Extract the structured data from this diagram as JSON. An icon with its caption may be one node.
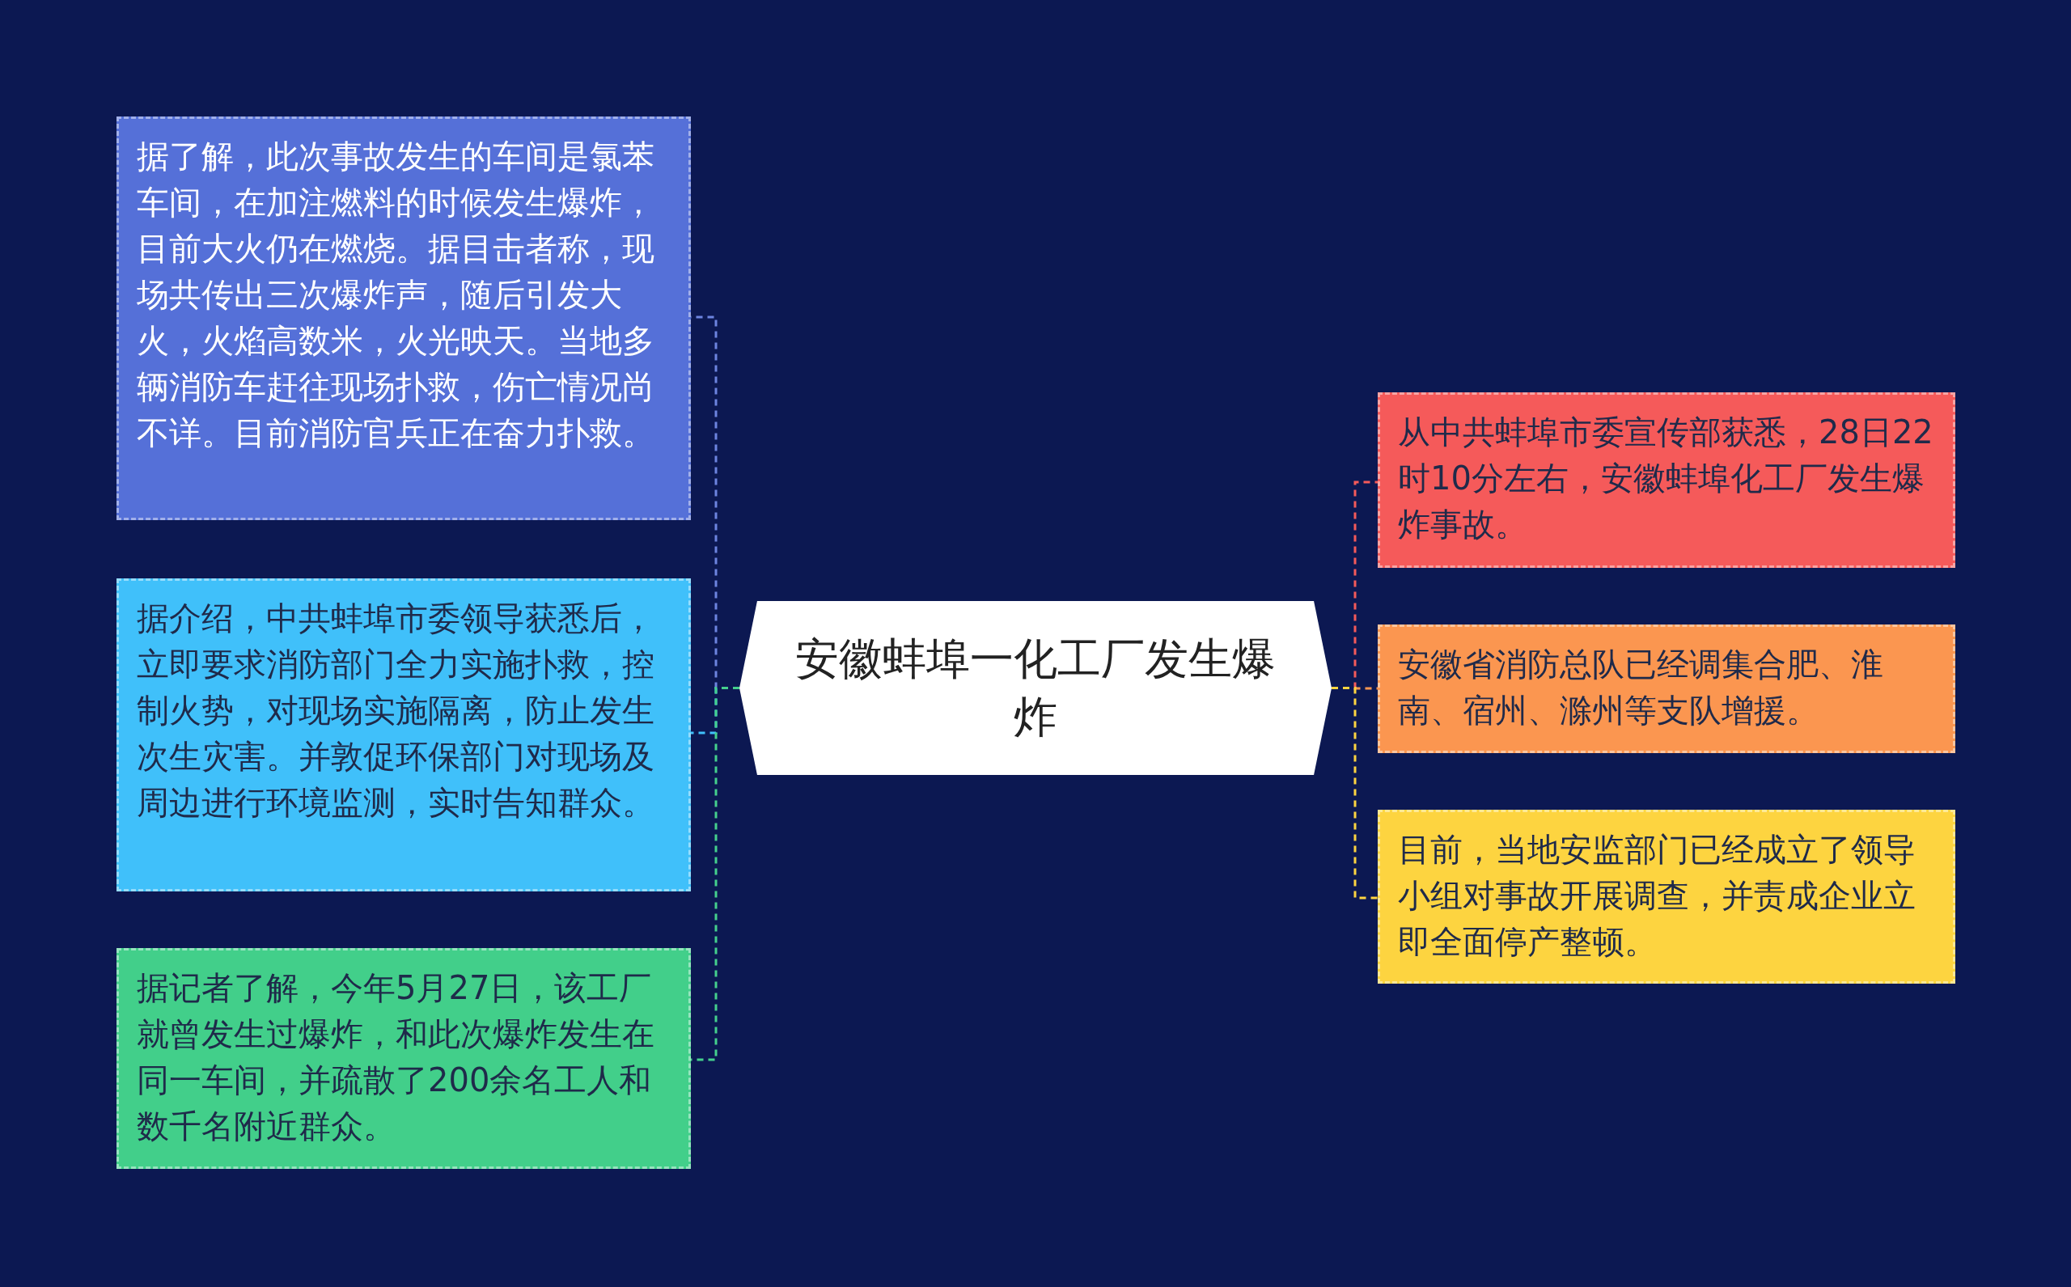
{
  "diagram": {
    "nodes": [
      {
        "text": [
          "安徽蚌埠一化工厂发生爆炸"
        ]
      },
      {
        "text": [
          "据了解，此次事故发生的车间是氯苯车间，在加注燃料的时候发生爆炸，目前大火仍在燃烧。据目击者称，现场共传出三次爆炸声，随后引发大火，火焰高数米，火光映天。当地多辆消防车赶往现场扑救，伤亡情况尚不详。目前消防官兵正在奋力扑救。"
        ]
      },
      {
        "text": [
          "据介绍，中共蚌埠市委领导获悉后，立即要求消防部门全力实施扑救，控制火势，对现场实施隔离，防止发生次生灾害。并敦促环保部门对现场及周边进行环境监测，实时告知群众。"
        ]
      },
      {
        "text": [
          "据记者了解，今年5月27日，该工厂就曾发生过爆炸，和此次爆炸发生在同一车间，并疏散了200余名工人和数千名附近群众。"
        ]
      },
      {
        "text": [
          "从中共蚌埠市委宣传部获悉，28日22时10分左右，安徽蚌埠化工厂发生爆炸事故。"
        ]
      },
      {
        "text": [
          "安徽省消防总队已经调集合肥、淮南、宿州、滁州等支队增援。"
        ]
      },
      {
        "text": [
          "目前，当地安监部门已经成立了领导小组对事故开展调查，并责成企业立即全面停产整顿。"
        ]
      }
    ],
    "edges": [
      {
        "from": 0,
        "to": 1,
        "arrow": "none",
        "style": "dashed",
        "color": "#6d84e0"
      },
      {
        "from": 0,
        "to": 2,
        "arrow": "none",
        "style": "dashed",
        "color": "#40c0fa"
      },
      {
        "from": 0,
        "to": 3,
        "arrow": "none",
        "style": "dashed",
        "color": "#45d08d"
      },
      {
        "from": 0,
        "to": 4,
        "arrow": "none",
        "style": "dashed",
        "color": "#f55a5a"
      },
      {
        "from": 0,
        "to": 5,
        "arrow": "none",
        "style": "dashed",
        "color": "#fb9650"
      },
      {
        "from": 0,
        "to": 6,
        "arrow": "none",
        "style": "dashed",
        "color": "#fdd440"
      }
    ]
  }
}
